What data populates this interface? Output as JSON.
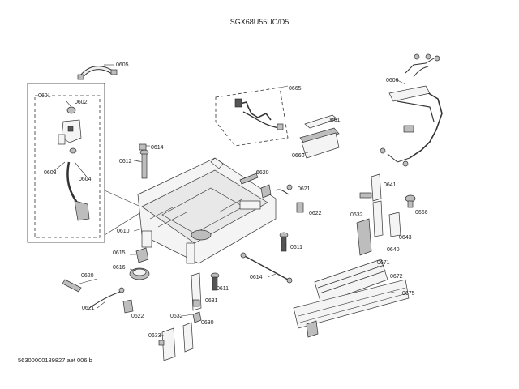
{
  "title": "SGX68U55UC/D5",
  "footer": "5630000018​9827 aet 006 b",
  "labels": {
    "p0605": "0605",
    "p0601": "0601",
    "p0602": "0602",
    "p0603": "0603",
    "p0604": "0604",
    "p0665": "0665",
    "p0606": "0606",
    "p0661": "0661",
    "p0660": "0660",
    "p0612": "0612",
    "p0614a": "0614",
    "p0620a": "0620",
    "p0621a": "0621",
    "p0622a": "0622",
    "p0641": "0641",
    "p0666": "0666",
    "p0632a": "0632",
    "p0643": "0643",
    "p0640": "0640",
    "p0610": "0610",
    "p0611a": "0611",
    "p0615": "0615",
    "p0616": "0616",
    "p0620b": "0620",
    "p0621b": "0621",
    "p0622b": "0622",
    "p0614b": "0614",
    "p0611b": "0611",
    "p0631": "0631",
    "p0632b": "0632",
    "p0630": "0630",
    "p0633": "0633",
    "p0671": "0671",
    "p0672": "0672",
    "p0675": "0675"
  }
}
